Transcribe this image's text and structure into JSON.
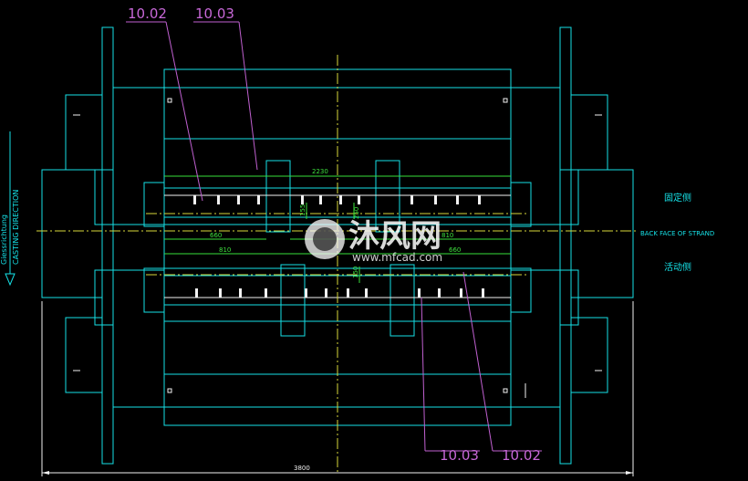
{
  "callouts": {
    "top_left": "10.02",
    "top_right": "10.03",
    "bottom_left": "10.03",
    "bottom_right": "10.02"
  },
  "dimensions": {
    "top_overall": "2230",
    "upper_left": "660",
    "upper_right": "810",
    "lower_left": "810",
    "lower_right": "660",
    "overall_bottom": "3800",
    "small_1": "155",
    "small_2": "250",
    "small_3": "150"
  },
  "labels": {
    "fixed_side": "固定侧",
    "back_face": "BACK FACE OF STRAND",
    "loose_side": "活动侧",
    "casting_direction": "CASTING DIRECTION",
    "casting_direction_de": "Giessrichtung"
  },
  "watermark": {
    "brand": "沐风网",
    "url": "www.mfcad.com"
  },
  "colors": {
    "outline": "#16e0e6",
    "detail": "#f2f2f2",
    "dimension": "#39e03a",
    "centerline": "#d8d83a",
    "callout": "#c868d8"
  }
}
